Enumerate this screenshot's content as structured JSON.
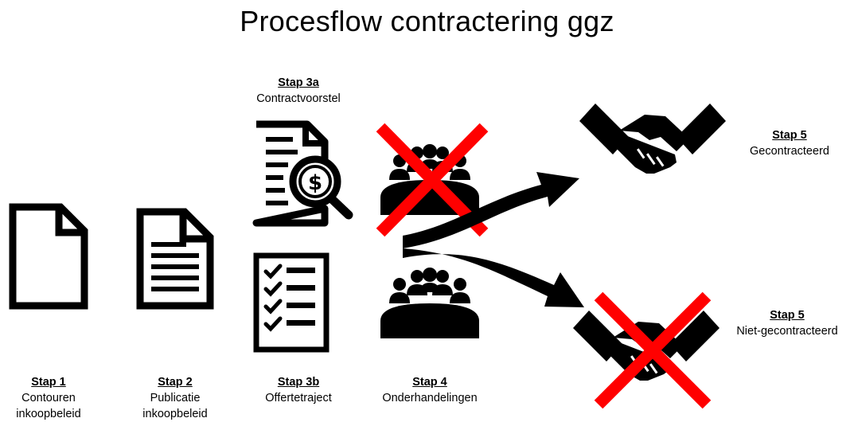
{
  "title": "Procesflow contractering ggz",
  "steps": {
    "s1": {
      "step": "Stap 1",
      "line1": "Contouren",
      "line2": "inkoopbeleid"
    },
    "s2": {
      "step": "Stap 2",
      "line1": "Publicatie",
      "line2": "inkoopbeleid"
    },
    "s3a": {
      "step": "Stap 3a",
      "line1": "Contractvoorstel"
    },
    "s3b": {
      "step": "Stap 3b",
      "line1": "Offertetraject"
    },
    "s4": {
      "step": "Stap 4",
      "line1": "Onderhandelingen"
    },
    "s5a": {
      "step": "Stap 5",
      "line1": "Gecontracteerd"
    },
    "s5b": {
      "step": "Stap 5",
      "line1": "Niet-gecontracteerd"
    }
  },
  "icons": {
    "s1": "document-icon",
    "s2": "text-document-icon",
    "s3a": "invoice-search-icon",
    "s3b": "checklist-icon",
    "meeting_top": "meeting-icon",
    "meeting_bottom": "meeting-icon",
    "handshake_top": "handshake-icon",
    "handshake_bottom": "handshake-icon",
    "cross": "red-cross-icon",
    "arrow": "branch-arrow-icon"
  },
  "colors": {
    "icon": "#000000",
    "cross": "#ff0000",
    "background": "#ffffff"
  }
}
